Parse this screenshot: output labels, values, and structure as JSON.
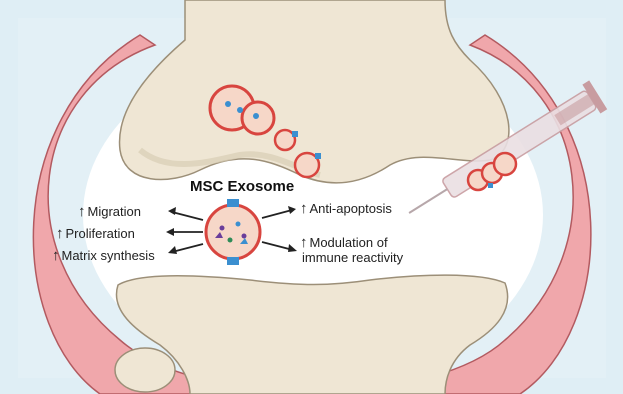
{
  "title": "MSC Exosome",
  "effects_left": [
    "Migration",
    "Proliferation",
    "Matrix synthesis"
  ],
  "effects_right": [
    "Anti-apoptosis",
    "Modulation of",
    "immune reactivity"
  ],
  "up_arrow": "↑",
  "colors": {
    "background": "#dfeef5",
    "bone": "#efe6d4",
    "bone_shade": "#d9cdb5",
    "capsule": "#f0a7ab",
    "capsule_edge": "#b35a60",
    "exosome_fill": "#f6d7c8",
    "exosome_edge": "#d8453f",
    "marker": "#3b8fd0",
    "syringe": "#c89ca0"
  }
}
